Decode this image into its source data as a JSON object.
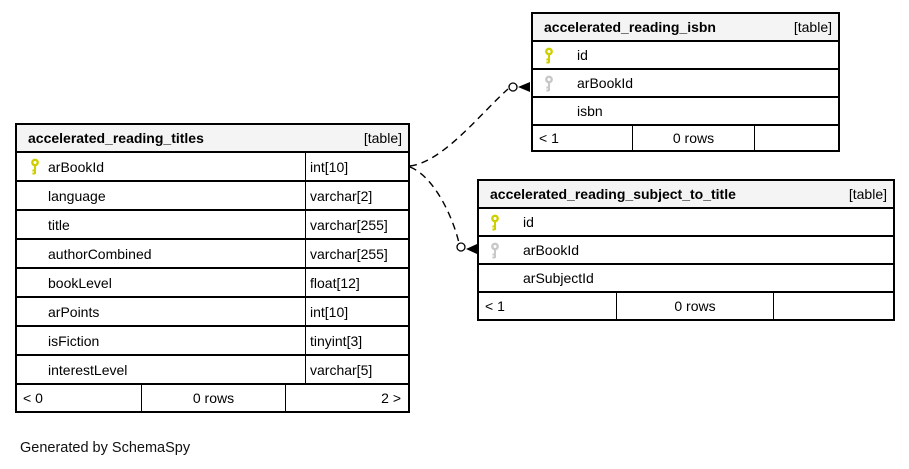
{
  "diagram": {
    "generated_by": "Generated by SchemaSpy",
    "colors": {
      "primary_key": "#cfcf00",
      "foreign_key": "#c8c8c8",
      "header_background": "#f4f4f4",
      "border": "#000000"
    }
  },
  "tables": {
    "titles": {
      "name": "accelerated_reading_titles",
      "tag": "[table]",
      "columns": [
        {
          "name": "arBookId",
          "type": "int[10]",
          "key": "pk"
        },
        {
          "name": "language",
          "type": "varchar[2]",
          "key": ""
        },
        {
          "name": "title",
          "type": "varchar[255]",
          "key": ""
        },
        {
          "name": "authorCombined",
          "type": "varchar[255]",
          "key": ""
        },
        {
          "name": "bookLevel",
          "type": "float[12]",
          "key": ""
        },
        {
          "name": "arPoints",
          "type": "int[10]",
          "key": ""
        },
        {
          "name": "isFiction",
          "type": "tinyint[3]",
          "key": ""
        },
        {
          "name": "interestLevel",
          "type": "varchar[5]",
          "key": ""
        }
      ],
      "footer": {
        "left": "< 0",
        "center": "0 rows",
        "right": "2 >"
      }
    },
    "isbn": {
      "name": "accelerated_reading_isbn",
      "tag": "[table]",
      "columns": [
        {
          "name": "id",
          "key": "pk"
        },
        {
          "name": "arBookId",
          "key": "fk"
        },
        {
          "name": "isbn",
          "key": ""
        }
      ],
      "footer": {
        "left": "< 1",
        "center": "0 rows",
        "right": ""
      }
    },
    "subject_to_title": {
      "name": "accelerated_reading_subject_to_title",
      "tag": "[table]",
      "columns": [
        {
          "name": "id",
          "key": "pk"
        },
        {
          "name": "arBookId",
          "key": "fk"
        },
        {
          "name": "arSubjectId",
          "key": ""
        }
      ],
      "footer": {
        "left": "< 1",
        "center": "0 rows",
        "right": ""
      }
    }
  },
  "relationships": [
    {
      "from_table": "accelerated_reading_titles",
      "from_column": "arBookId",
      "to_table": "accelerated_reading_isbn",
      "to_column": "arBookId",
      "style": "dashed"
    },
    {
      "from_table": "accelerated_reading_titles",
      "from_column": "arBookId",
      "to_table": "accelerated_reading_subject_to_title",
      "to_column": "arBookId",
      "style": "dashed"
    }
  ]
}
